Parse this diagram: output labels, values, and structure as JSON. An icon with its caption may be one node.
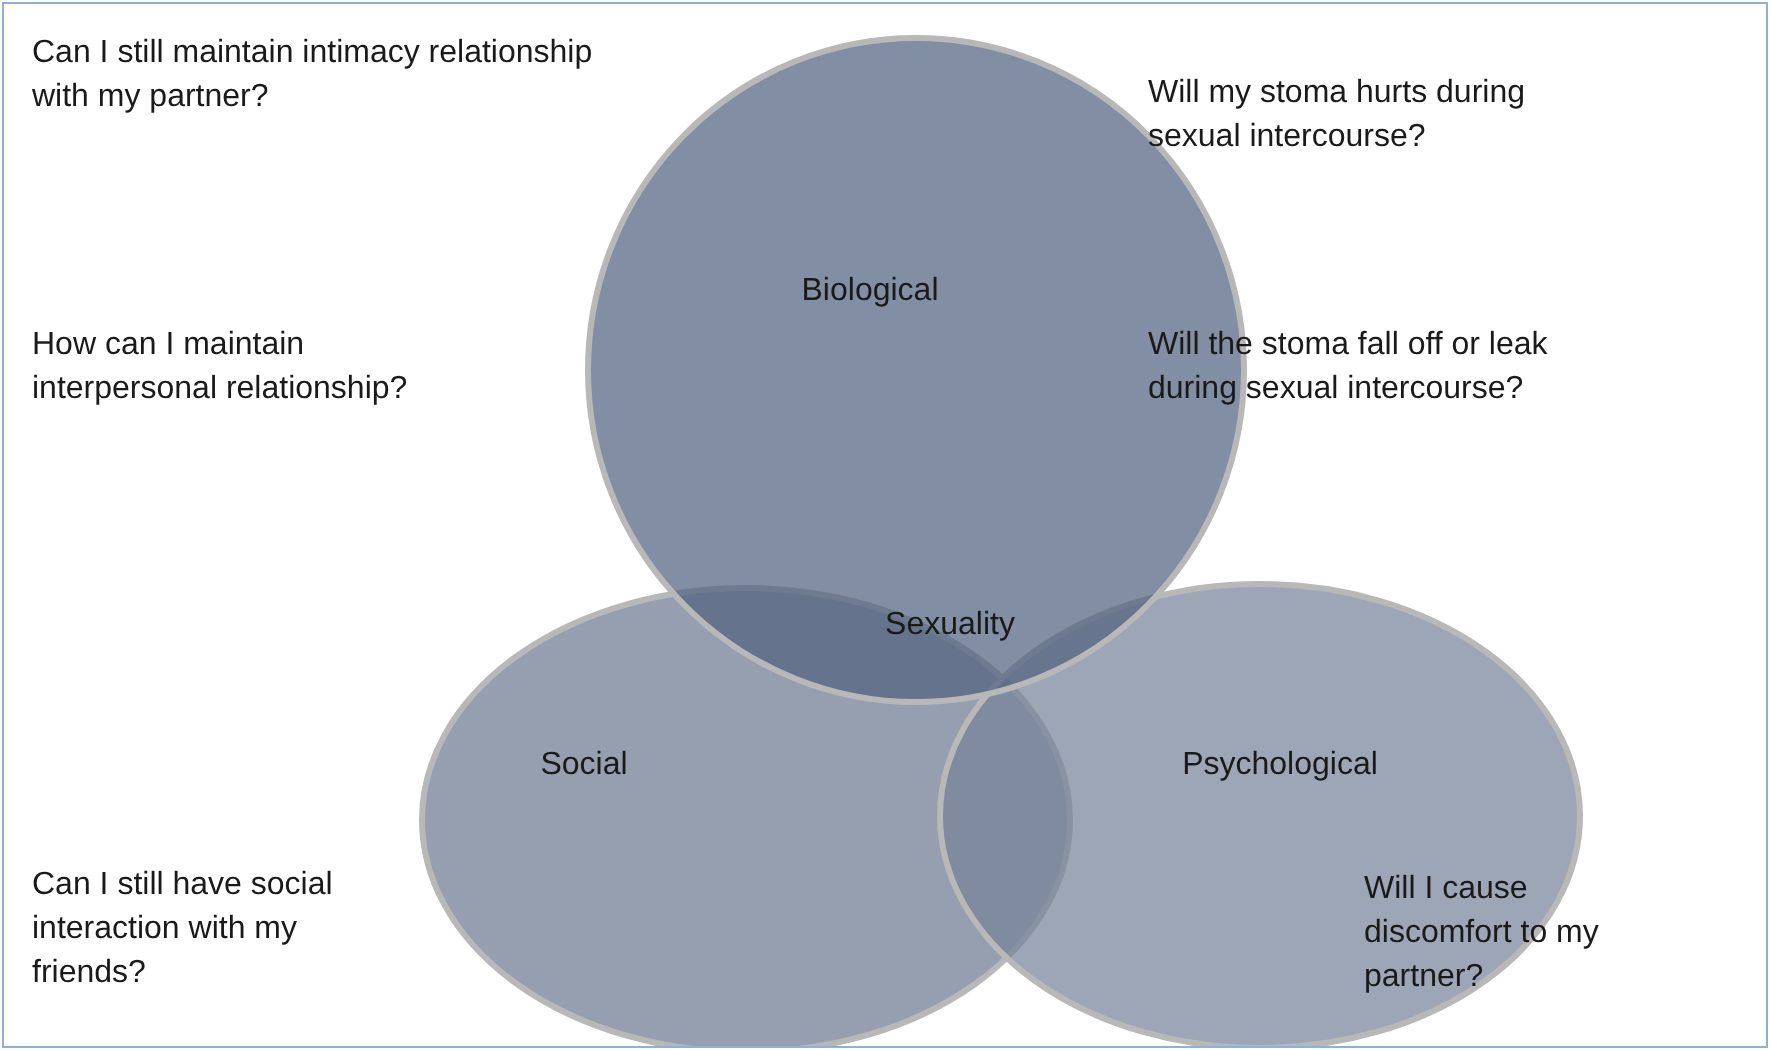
{
  "diagram": {
    "nodes": [
      {
        "text": [
          "Biological"
        ]
      },
      {
        "text": [
          "Social"
        ]
      },
      {
        "text": [
          "Psychological"
        ]
      }
    ],
    "edges": [],
    "labels": [
      "Can I still maintain intimacy relationship with my partner?",
      "Will my stoma hurts during sexual intercourse?",
      "How can I maintain interpersonal relationship?",
      "Will the stoma fall off or leak during sexual intercourse?",
      "Sexuality",
      "Can I still have social interaction with my friends?",
      "Will I cause discomfort to my partner?"
    ]
  }
}
